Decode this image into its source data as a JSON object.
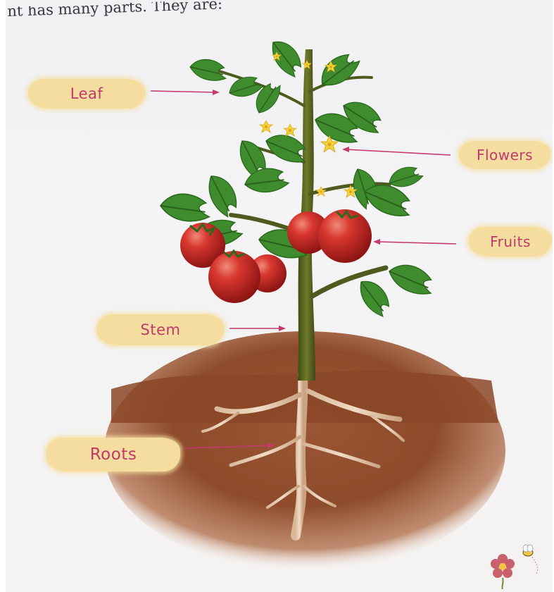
{
  "header": {
    "text": "nt has many parts. They are:"
  },
  "labels": {
    "leaf": "Leaf",
    "flowers": "Flowers",
    "fruits": "Fruits",
    "stem": "Stem",
    "roots": "Roots"
  },
  "colors": {
    "label_text": "#c0396b",
    "label_bg": "#f4dd9e",
    "arrow": "#c43a6c",
    "leaf": "#3f8c2e",
    "fruit": "#c62828",
    "stem": "#4f5a1e",
    "soil": "#8a4a2a",
    "flower": "#f7d23a"
  },
  "icons": {
    "corner_decoration": "flower-bee-icon"
  }
}
